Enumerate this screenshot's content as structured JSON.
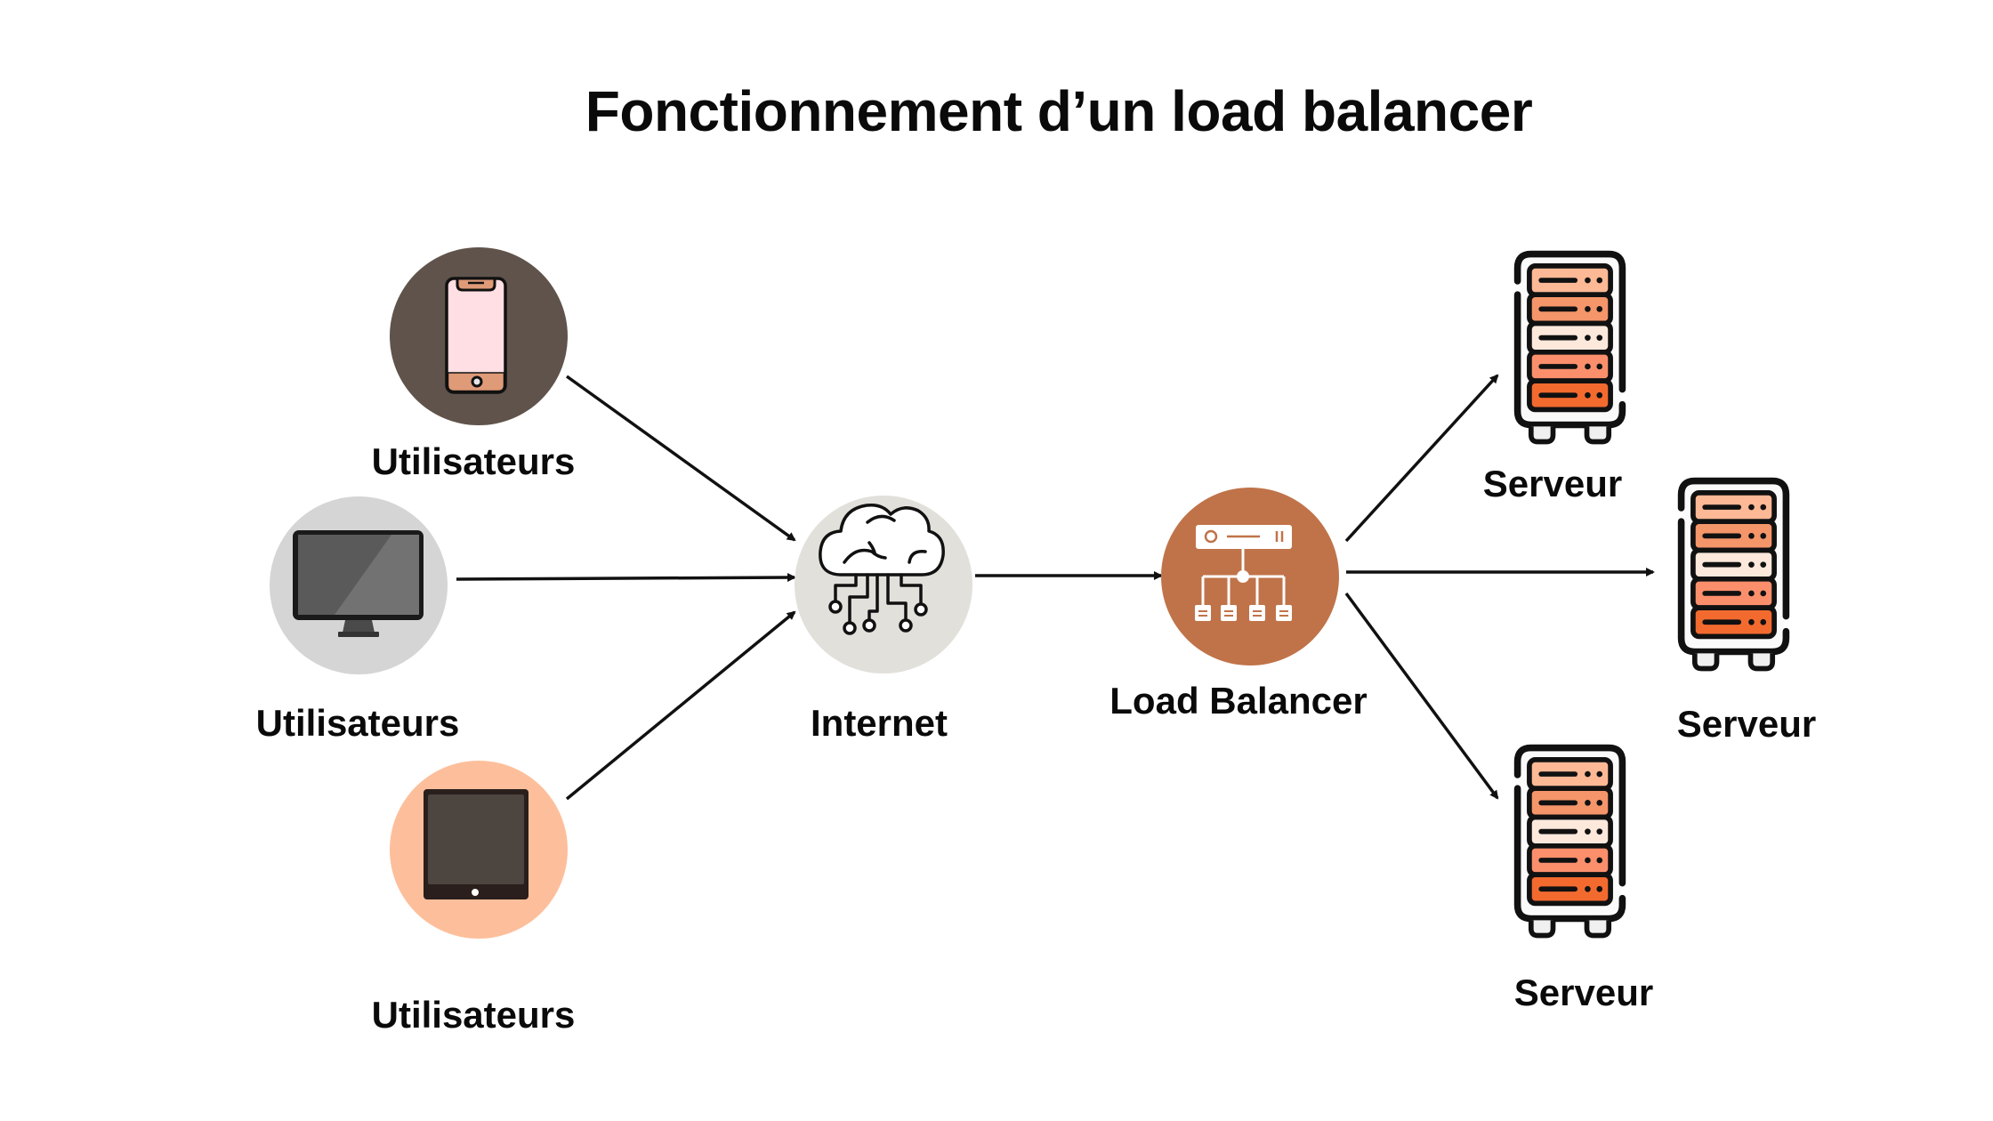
{
  "title": "Fonctionnement d’un load balancer",
  "nodes": {
    "user_phone": {
      "label": "Utilisateurs",
      "icon": "smartphone-icon",
      "circle_color": "#5f534b"
    },
    "user_desktop": {
      "label": "Utilisateurs",
      "icon": "desktop-monitor-icon",
      "circle_color": "#d5d5d5"
    },
    "user_tablet": {
      "label": "Utilisateurs",
      "icon": "tablet-icon",
      "circle_color": "#fdbf9b"
    },
    "internet": {
      "label": "Internet",
      "icon": "cloud-network-icon",
      "circle_color": "#e2e0db"
    },
    "load_balancer": {
      "label": "Load Balancer",
      "icon": "load-balancer-icon",
      "circle_color": "#c07349"
    },
    "server_top": {
      "label": "Serveur",
      "icon": "server-rack-icon"
    },
    "server_middle": {
      "label": "Serveur",
      "icon": "server-rack-icon"
    },
    "server_bottom": {
      "label": "Serveur",
      "icon": "server-rack-icon"
    }
  },
  "edges": [
    {
      "from": "user_phone",
      "to": "internet"
    },
    {
      "from": "user_desktop",
      "to": "internet"
    },
    {
      "from": "user_tablet",
      "to": "internet"
    },
    {
      "from": "internet",
      "to": "load_balancer"
    },
    {
      "from": "load_balancer",
      "to": "server_top"
    },
    {
      "from": "load_balancer",
      "to": "server_middle"
    },
    {
      "from": "load_balancer",
      "to": "server_bottom"
    }
  ],
  "server_rack_colors": [
    "#fdb995",
    "#f4956a",
    "#fde8dc",
    "#fb8f6c",
    "#f36a2f"
  ]
}
